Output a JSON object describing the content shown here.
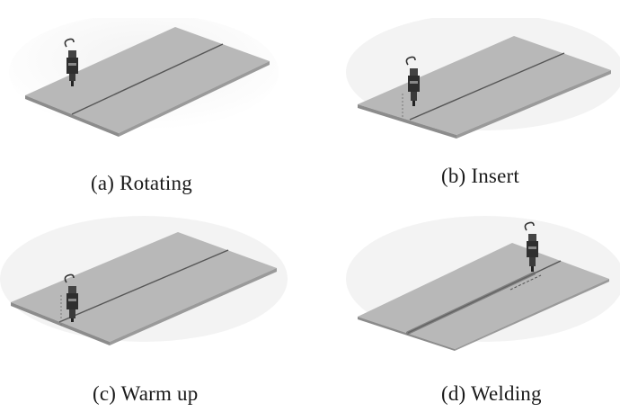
{
  "panels": [
    {
      "id": "a",
      "caption": "(a) Rotating"
    },
    {
      "id": "b",
      "caption": "(b) Insert"
    },
    {
      "id": "c",
      "caption": "(c) Warm up"
    },
    {
      "id": "d",
      "caption": "(d) Welding"
    }
  ],
  "colors": {
    "plate_top": "#b3b3b3",
    "plate_edge": "#8a8a8a",
    "seam": "#4d4d4d",
    "tool_body": "#2f2f2f",
    "shadow": "#e6e6e6"
  }
}
